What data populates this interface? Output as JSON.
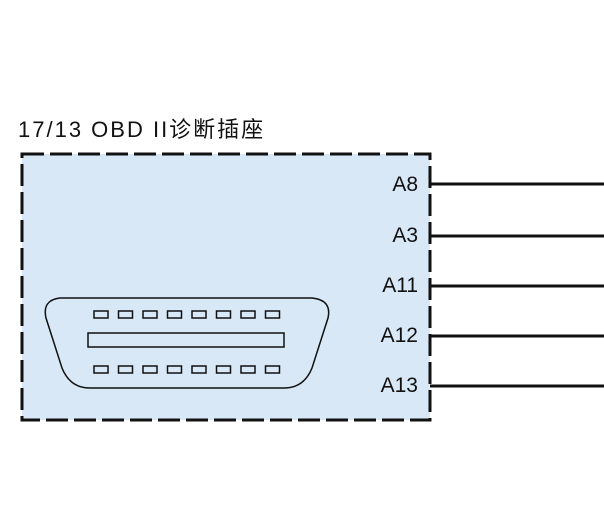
{
  "component": {
    "title": "17/13  OBD  II诊断插座",
    "fill_color": "#d9e8f6",
    "stroke_color": "#111111",
    "pins": [
      {
        "label": "A8"
      },
      {
        "label": "A3"
      },
      {
        "label": "A11"
      },
      {
        "label": "A12"
      },
      {
        "label": "A13"
      }
    ]
  },
  "connector": {
    "top_row_pin_count": 8,
    "bottom_row_pin_count": 8
  }
}
